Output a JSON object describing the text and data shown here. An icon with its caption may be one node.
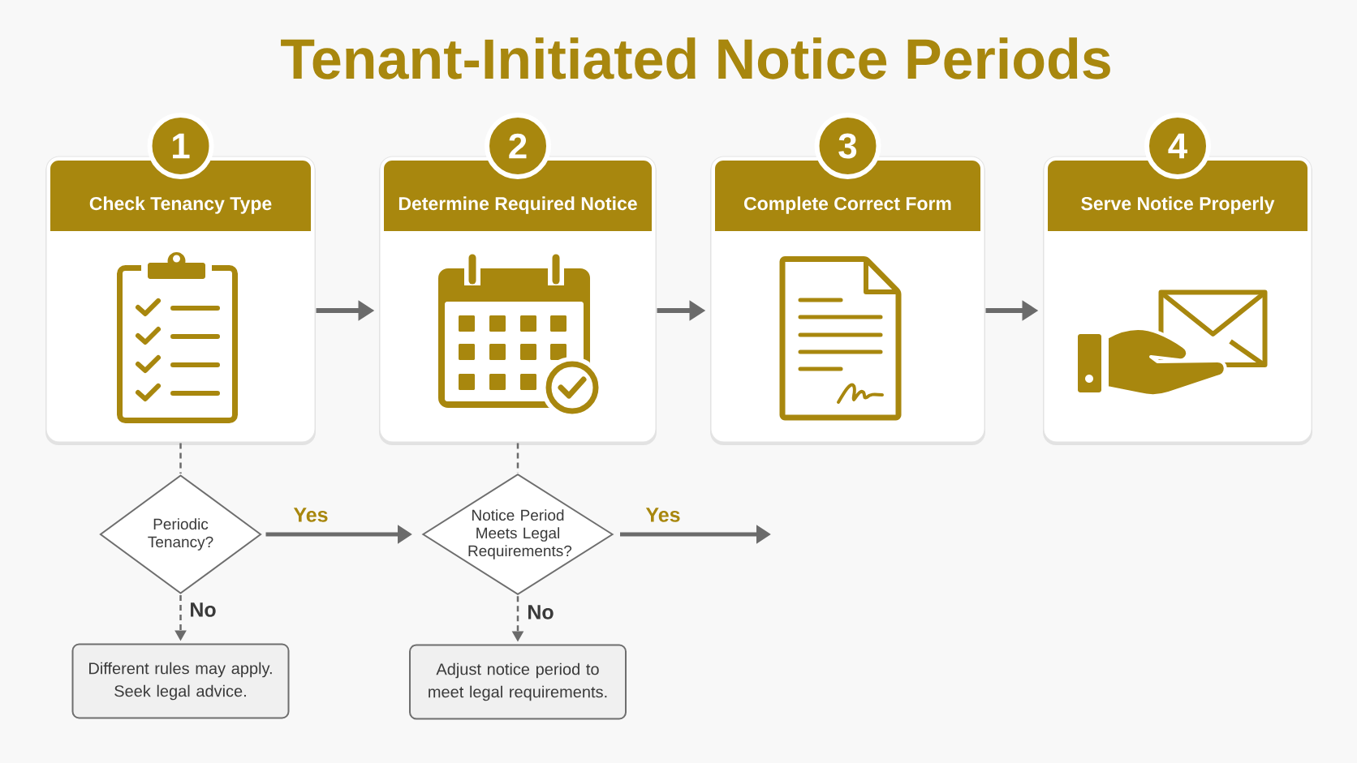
{
  "diagram": {
    "title": "Tenant-Initiated Notice Periods",
    "nodes": [
      {
        "text": [
          "1"
        ]
      },
      {
        "text": [
          "Check Tenancy Type"
        ]
      },
      {
        "text": [
          "2"
        ]
      },
      {
        "text": [
          "Determine Required Notice"
        ]
      },
      {
        "text": [
          "3"
        ]
      },
      {
        "text": [
          "Complete Correct Form"
        ]
      },
      {
        "text": [
          "4"
        ]
      },
      {
        "text": [
          "Serve Notice Properly"
        ]
      },
      {
        "text": [
          "Periodic Tenancy?"
        ]
      },
      {
        "text": [
          "Notice Period Meets Legal Requirements?"
        ]
      },
      {
        "text": [
          "Different rules may apply. Seek legal advice."
        ]
      },
      {
        "text": [
          "Adjust notice period to meet legal requirements."
        ]
      }
    ],
    "edges": [
      {
        "from": 1,
        "to": 3,
        "arrow": "to"
      },
      {
        "from": 3,
        "to": 5,
        "arrow": "to"
      },
      {
        "from": 5,
        "to": 7,
        "arrow": "to"
      },
      {
        "from": 1,
        "to": 8,
        "arrow": "none",
        "style": "dashed"
      },
      {
        "from": 3,
        "to": 9,
        "arrow": "none",
        "style": "dashed"
      },
      {
        "from": 8,
        "to": 9,
        "arrow": "to",
        "label": "Yes"
      },
      {
        "from": 9,
        "to": null,
        "arrow": "to",
        "label": "Yes"
      },
      {
        "from": 8,
        "to": 10,
        "arrow": "to",
        "label": "No",
        "style": "dashed"
      },
      {
        "from": 9,
        "to": 11,
        "arrow": "to",
        "label": "No",
        "style": "dashed"
      }
    ]
  }
}
